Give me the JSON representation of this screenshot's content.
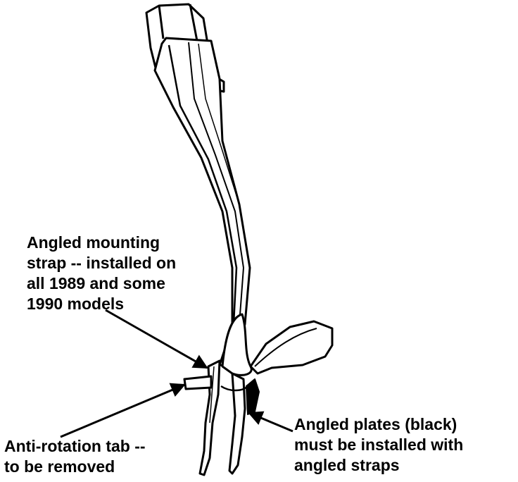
{
  "diagram": {
    "colors": {
      "ink": "#000000",
      "paper": "#ffffff"
    },
    "callouts": {
      "mounting_strap": {
        "lines": [
          "Angled mounting",
          "strap -- installed on",
          "all 1989 and some",
          "1990 models"
        ]
      },
      "anti_rotation_tab": {
        "lines": [
          "Anti-rotation tab --",
          "to be removed"
        ]
      },
      "angled_plates": {
        "lines": [
          "Angled plates (black)",
          "must be installed with",
          "angled straps"
        ]
      }
    }
  }
}
